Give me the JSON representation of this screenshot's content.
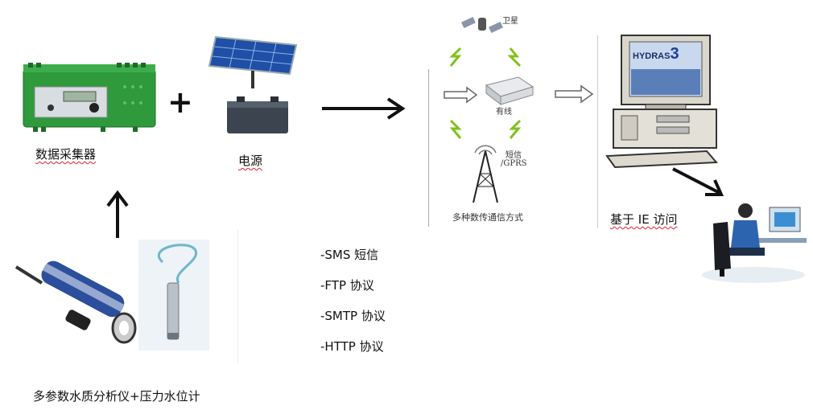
{
  "logger": {
    "label": "数据采集器"
  },
  "power": {
    "label": "电源"
  },
  "plus_symbol": "+",
  "sensors": {
    "label": "多参数水质分析仪+压力水位计"
  },
  "comm": {
    "satellite_label": "卫星",
    "wired_label": "有线",
    "sms_label_line1": "短信",
    "sms_label_line2": "/GPRS",
    "caption": "多种数传通信方式"
  },
  "protocols": [
    {
      "text": "-SMS 短信"
    },
    {
      "text": "-FTP 协议"
    },
    {
      "text": "-SMTP 协议"
    },
    {
      "text": "-HTTP  协议"
    }
  ],
  "computer": {
    "screen_logo": "HYDRAS",
    "screen_logo_suffix": "3"
  },
  "access": {
    "label": "基于 IE 访问"
  },
  "colors": {
    "logger_green": "#2e9a3c",
    "solar_blue": "#1f4fa6",
    "battery_gray": "#3c4450",
    "arrow_black": "#111111"
  }
}
